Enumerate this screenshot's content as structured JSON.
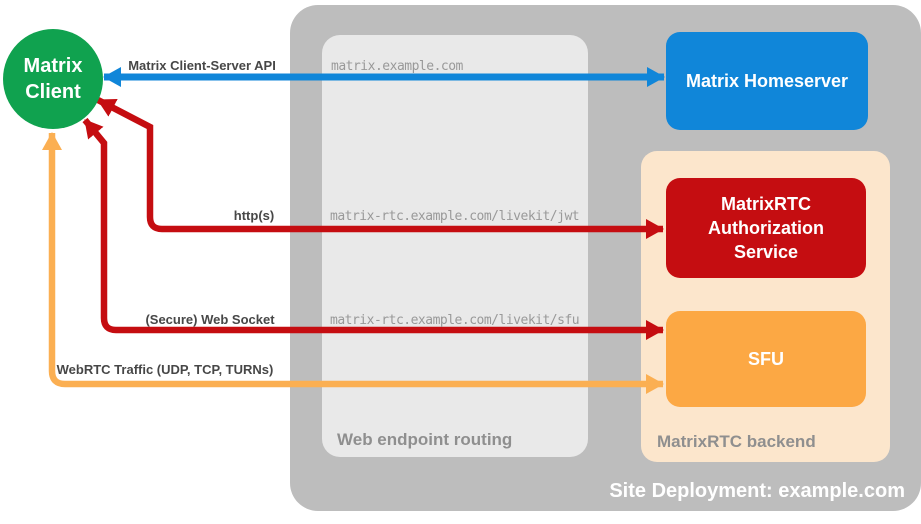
{
  "colors": {
    "green": "#10a24f",
    "blue": "#1086d9",
    "red": "#c50d11",
    "orange": "#fca844",
    "orange_arrow": "#fbaf52",
    "container_gray": "#bdbdbd",
    "routing_gray": "#e9e9e9",
    "backend_peach": "#fce6cc",
    "edge_label_gray": "#474747",
    "url_gray": "#999999",
    "container_label_gray": "#8f8f8f",
    "white": "#ffffff"
  },
  "nodes": {
    "client": {
      "label": "Matrix\nClient"
    },
    "homeserver": {
      "label": "Matrix Homeserver"
    },
    "auth_service": {
      "label": "MatrixRTC\nAuthorization\nService"
    },
    "sfu": {
      "label": "SFU"
    }
  },
  "containers": {
    "site": {
      "label": "Site Deployment: example.com"
    },
    "routing": {
      "label": "Web endpoint routing"
    },
    "backend": {
      "label": "MatrixRTC backend"
    }
  },
  "connections": [
    {
      "from": "Matrix Client",
      "to": "Matrix Homeserver",
      "label": "Matrix Client-Server API",
      "endpoint": "matrix.example.com",
      "color": "blue",
      "bidirectional": true
    },
    {
      "from": "Matrix Client",
      "to": "MatrixRTC Authorization Service",
      "label": "http(s)",
      "endpoint": "matrix-rtc.example.com/livekit/jwt",
      "color": "red",
      "bidirectional": true
    },
    {
      "from": "Matrix Client",
      "to": "SFU",
      "label": "(Secure) Web Socket",
      "endpoint": "matrix-rtc.example.com/livekit/sfu",
      "color": "red",
      "bidirectional": true
    },
    {
      "from": "Matrix Client",
      "to": "SFU",
      "label": "WebRTC Traffic (UDP, TCP, TURNs)",
      "endpoint": "",
      "color": "orange",
      "bidirectional": true
    }
  ]
}
